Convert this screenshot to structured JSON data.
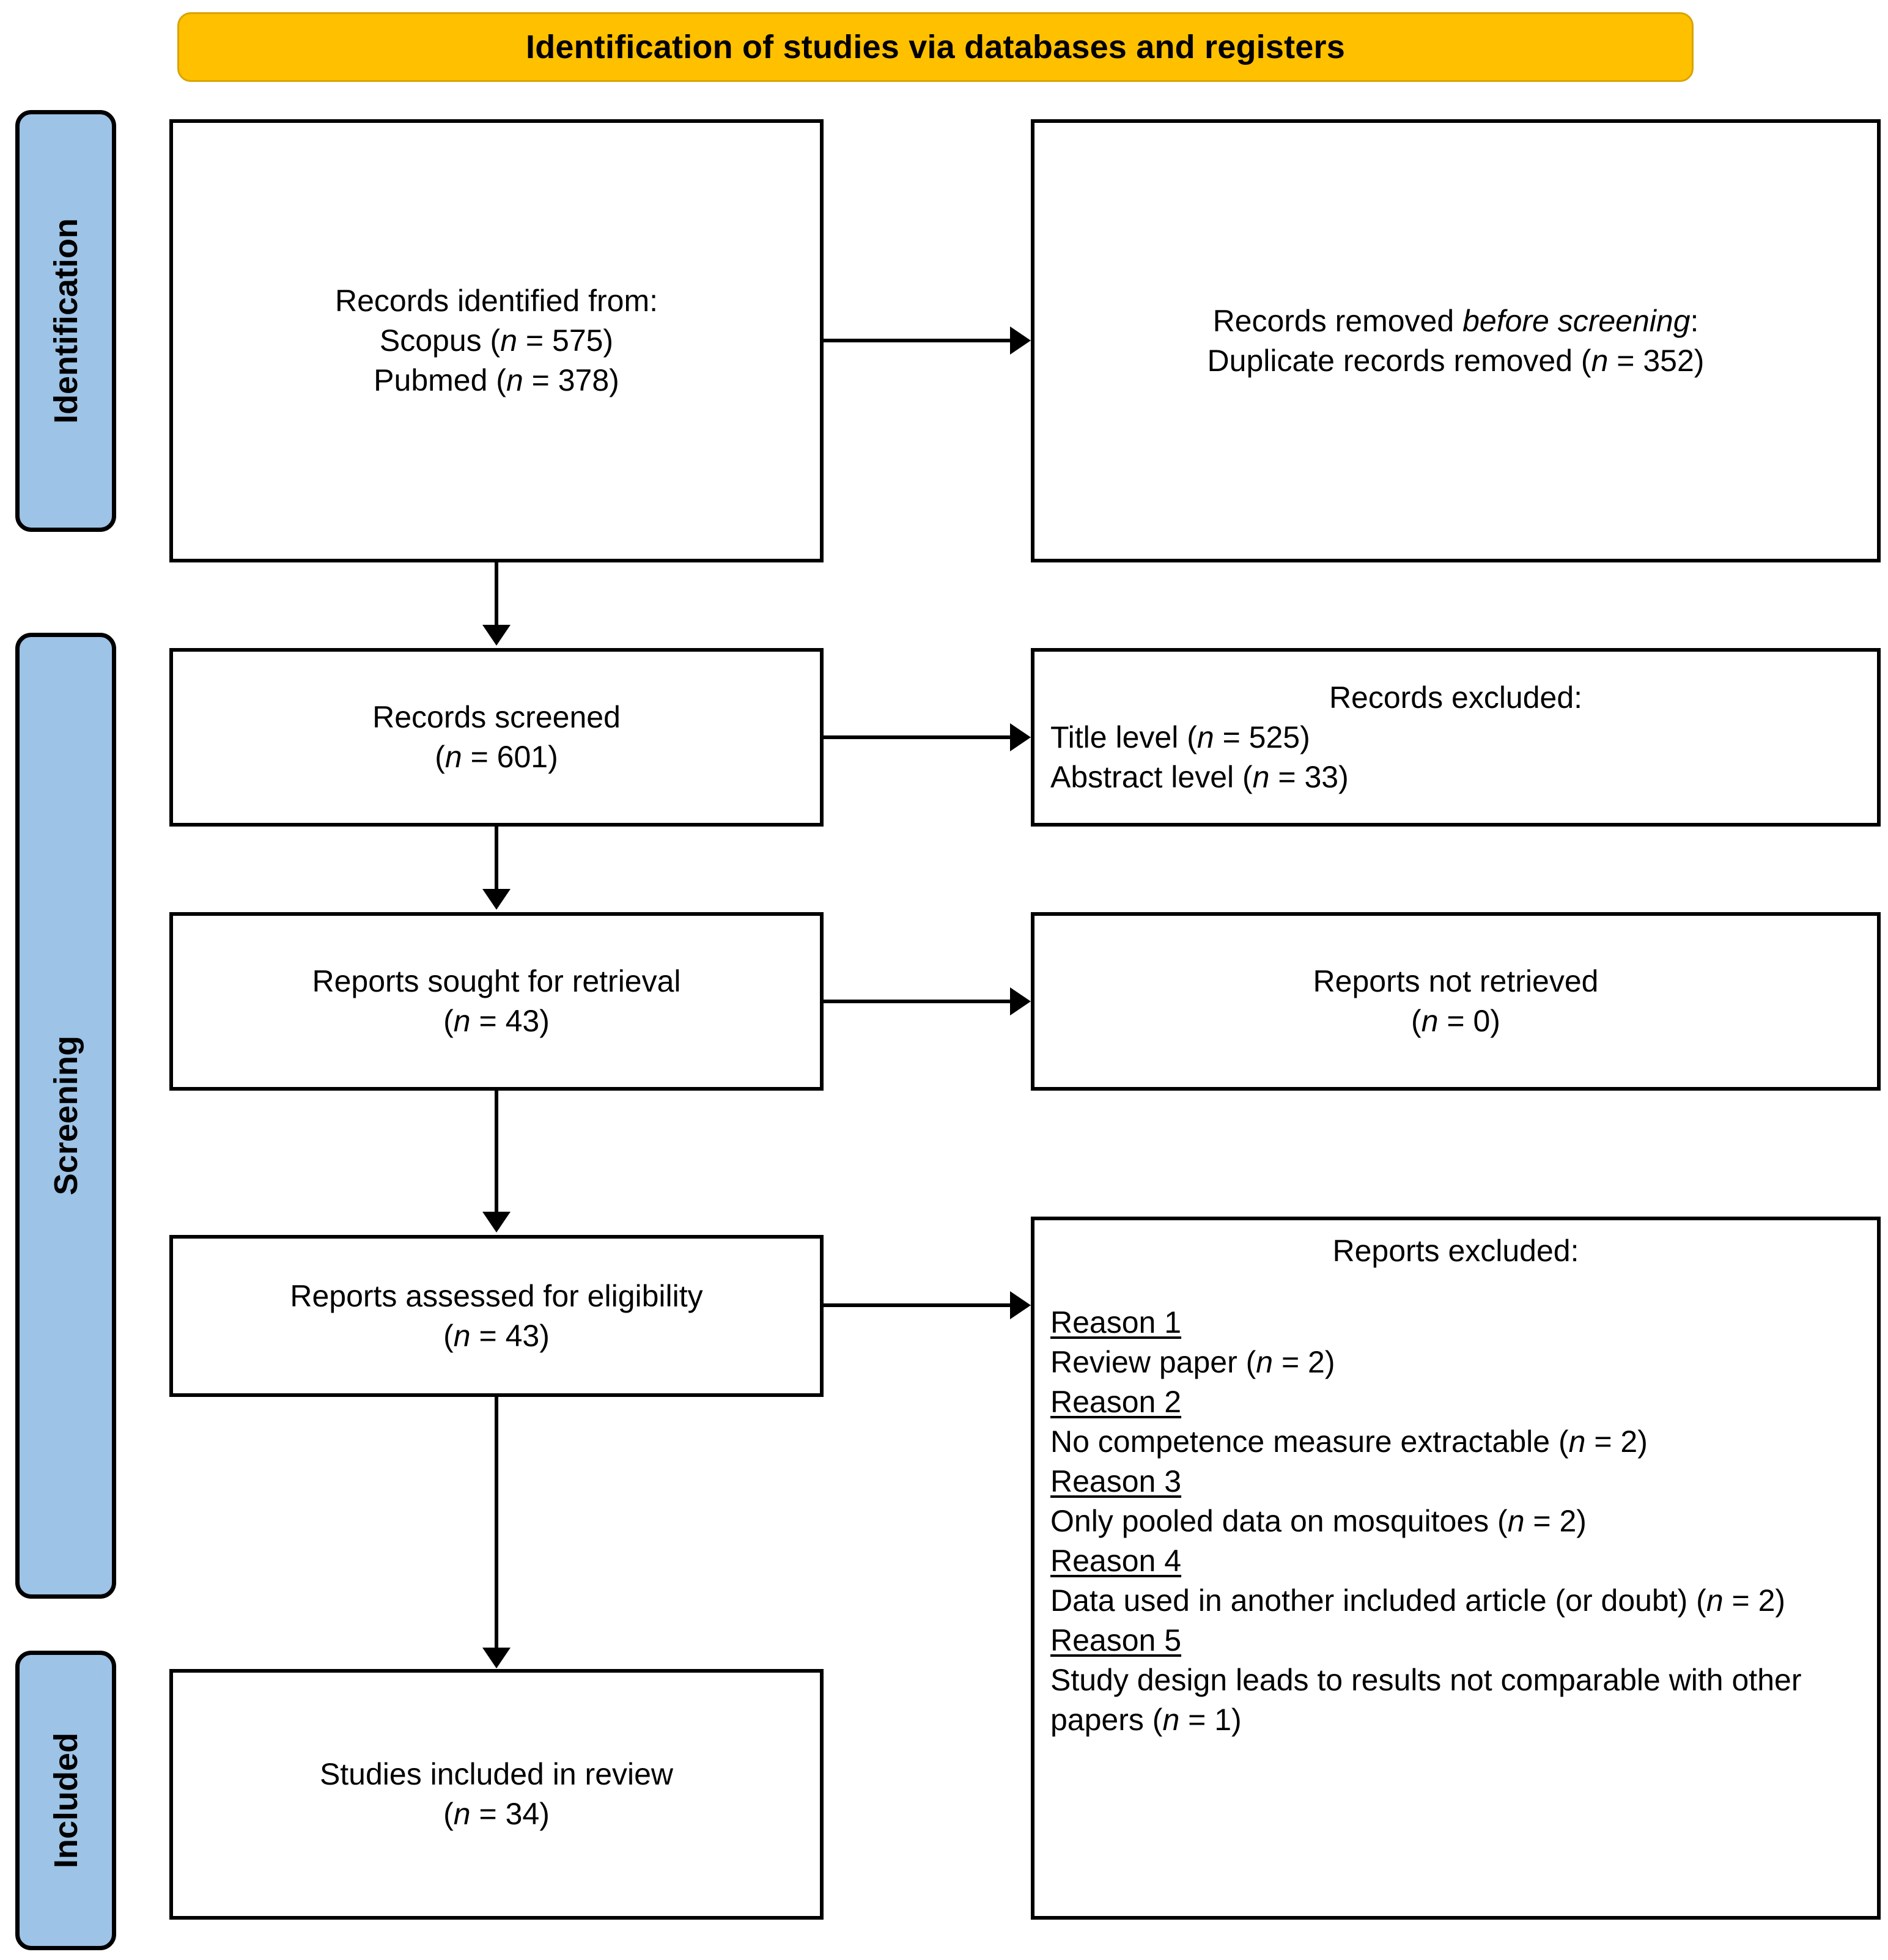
{
  "banner": {
    "title": "Identification of studies via databases and registers"
  },
  "stages": [
    {
      "name": "identification",
      "label": "Identification"
    },
    {
      "name": "screening",
      "label": "Screening"
    },
    {
      "name": "included",
      "label": "Included"
    }
  ],
  "boxes": {
    "records_identified": {
      "line1": "Records identified from:",
      "line2_label": "Scopus (",
      "line2_n": "n",
      "line2_value": " = 575)",
      "line3_label": "Pubmed (",
      "line3_n": "n",
      "line3_value": " = 378)"
    },
    "records_removed": {
      "line1_a": "Records removed ",
      "line1_em": "before screening",
      "line1_b": ":",
      "line2_label": "Duplicate records removed (",
      "line2_n": "n",
      "line2_value": " = 352)"
    },
    "records_screened": {
      "line1": "Records screened",
      "line2_open": "(",
      "line2_n": "n",
      "line2_value": " = 601)"
    },
    "records_excluded": {
      "title": "Records excluded:",
      "line1_label": "Title level (",
      "line1_n": "n",
      "line1_value": " = 525)",
      "line2_label": "Abstract level (",
      "line2_n": "n",
      "line2_value": " = 33)"
    },
    "reports_sought": {
      "line1": "Reports sought for retrieval",
      "line2_open": "(",
      "line2_n": "n",
      "line2_value": " = 43)"
    },
    "reports_not_retrieved": {
      "line1": "Reports not retrieved",
      "line2_open": "(",
      "line2_n": "n",
      "line2_value": " = 0)"
    },
    "reports_assessed": {
      "line1": "Reports assessed for eligibility",
      "line2_open": "(",
      "line2_n": "n",
      "line2_value": " = 43)"
    },
    "reports_excluded": {
      "title": "Reports excluded:",
      "reasons": [
        {
          "head": "Reason 1",
          "text_before": "Review paper (",
          "n": "n",
          "text_after": " = 2)"
        },
        {
          "head": "Reason 2",
          "text_before": "No competence measure extractable (",
          "n": "n",
          "text_after": " = 2)"
        },
        {
          "head": "Reason 3",
          "text_before": "Only pooled data on mosquitoes (",
          "n": "n",
          "text_after": " = 2)"
        },
        {
          "head": "Reason 4",
          "text_before": "Data used in another included article (or doubt) (",
          "n": "n",
          "text_after": " = 2)"
        },
        {
          "head": "Reason 5",
          "text_before": "Study design leads to results not comparable with other papers (",
          "n": "n",
          "text_after": " = 1)"
        }
      ]
    },
    "studies_included": {
      "line1": "Studies included in review",
      "line2_open": "(",
      "line2_n": "n",
      "line2_value": " = 34)"
    }
  },
  "colors": {
    "banner_fill": "#FFC000",
    "banner_border": "#D9A400",
    "stage_fill": "#9DC3E6",
    "stroke": "#000000",
    "box_fill": "#FFFFFF"
  }
}
